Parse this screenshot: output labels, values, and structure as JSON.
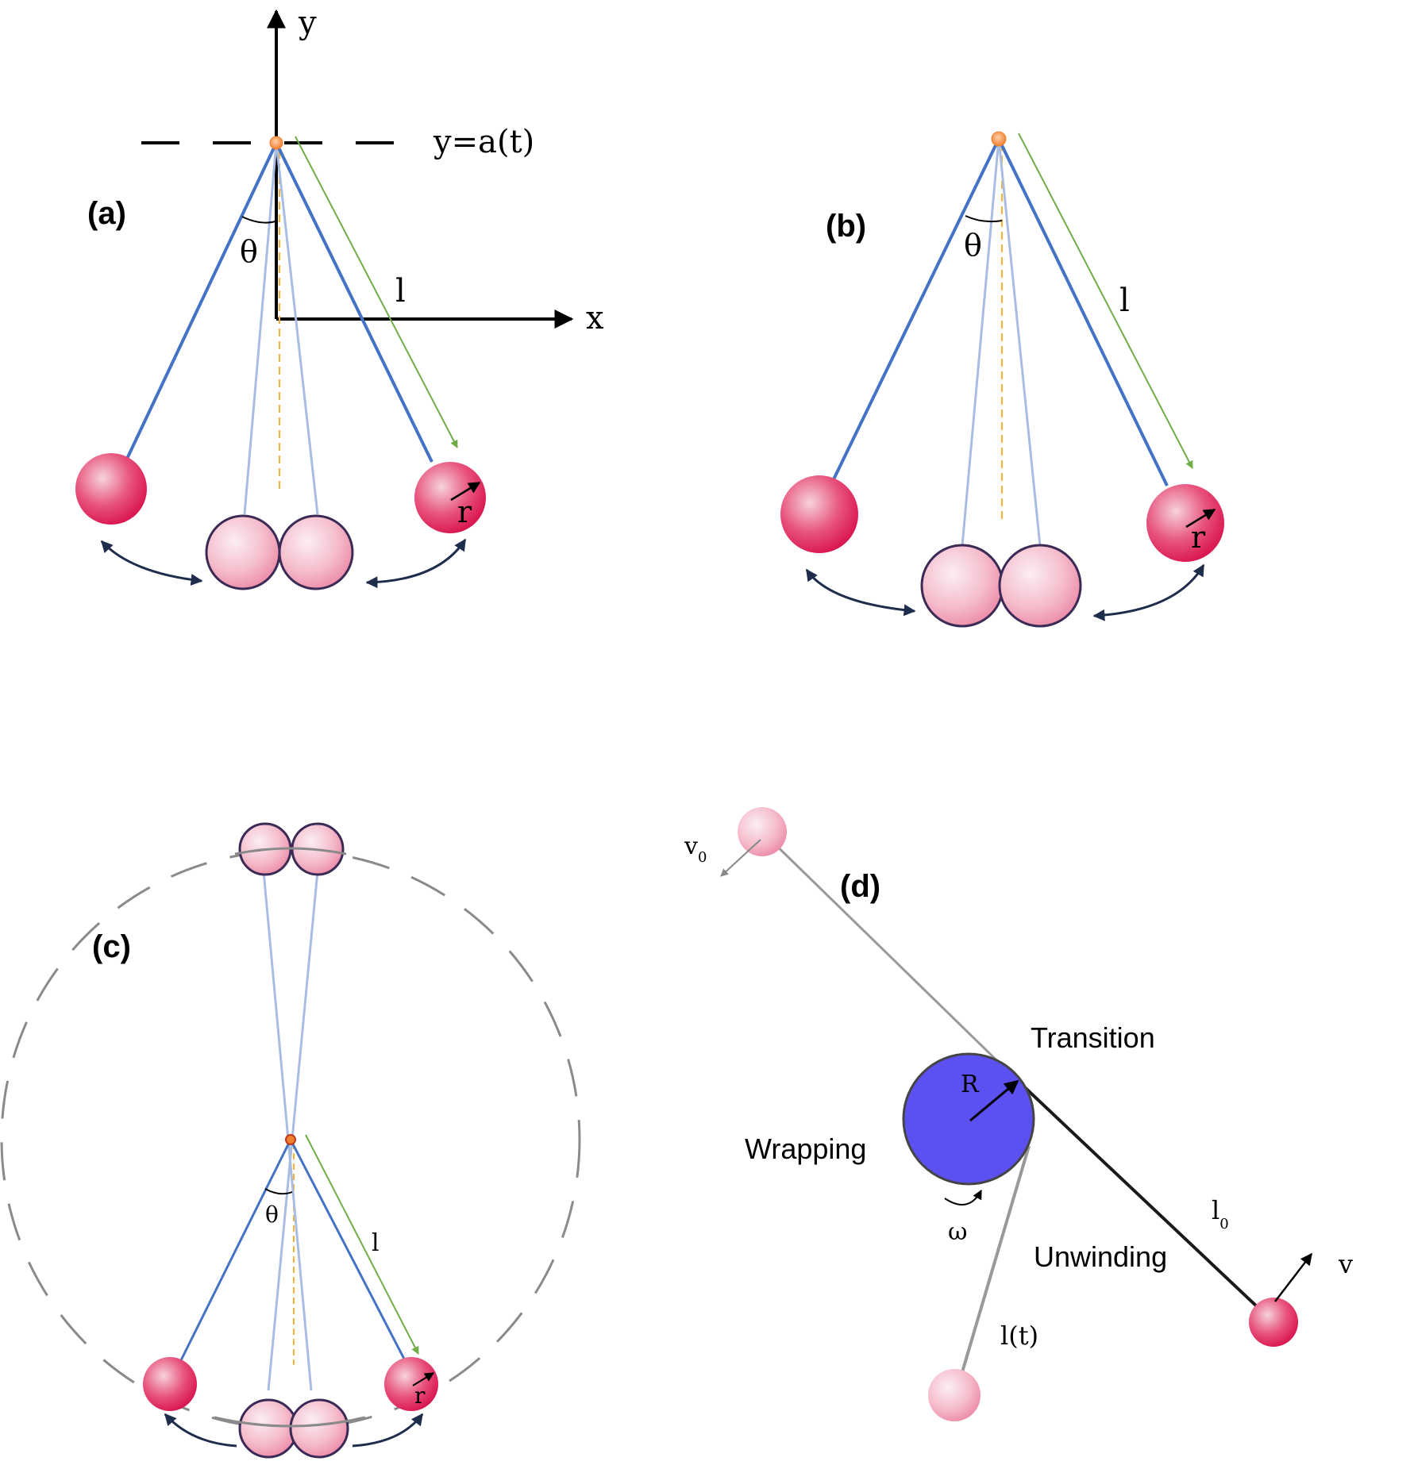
{
  "panels": {
    "a": {
      "label": "(a)",
      "y_axis_label": "y",
      "x_axis_label": "x",
      "pivot_line_label": "y=a(t)",
      "angle_label": "θ",
      "length_label": "l",
      "radius_label": "r"
    },
    "b": {
      "label": "(b)",
      "angle_label": "θ",
      "length_label": "l",
      "radius_label": "r"
    },
    "c": {
      "label": "(c)",
      "angle_label": "θ",
      "length_label": "l",
      "radius_label": "r"
    },
    "d": {
      "label": "(d)",
      "initial_velocity_label": "v",
      "initial_velocity_subscript": "0",
      "velocity_label": "v",
      "transition_label": "Transition",
      "wrapping_label": "Wrapping",
      "unwinding_label": "Unwinding",
      "cylinder_radius_label": "R",
      "angular_velocity_label": "ω",
      "initial_length_label": "l",
      "initial_length_subscript": "0",
      "time_length_label": "l(t)"
    }
  },
  "colors": {
    "string_active": "#4472c4",
    "string_faded": "#a9bde3",
    "length_arrow": "#70ad47",
    "vertical_guide": "#f5b335",
    "pivot": "#f07f2f",
    "ball_dark": "#de1b56",
    "ball_light": "#f7aac0",
    "cylinder": "#5b50f0",
    "swing_arrow": "#1f2d4d",
    "gray_string": "#999999"
  }
}
